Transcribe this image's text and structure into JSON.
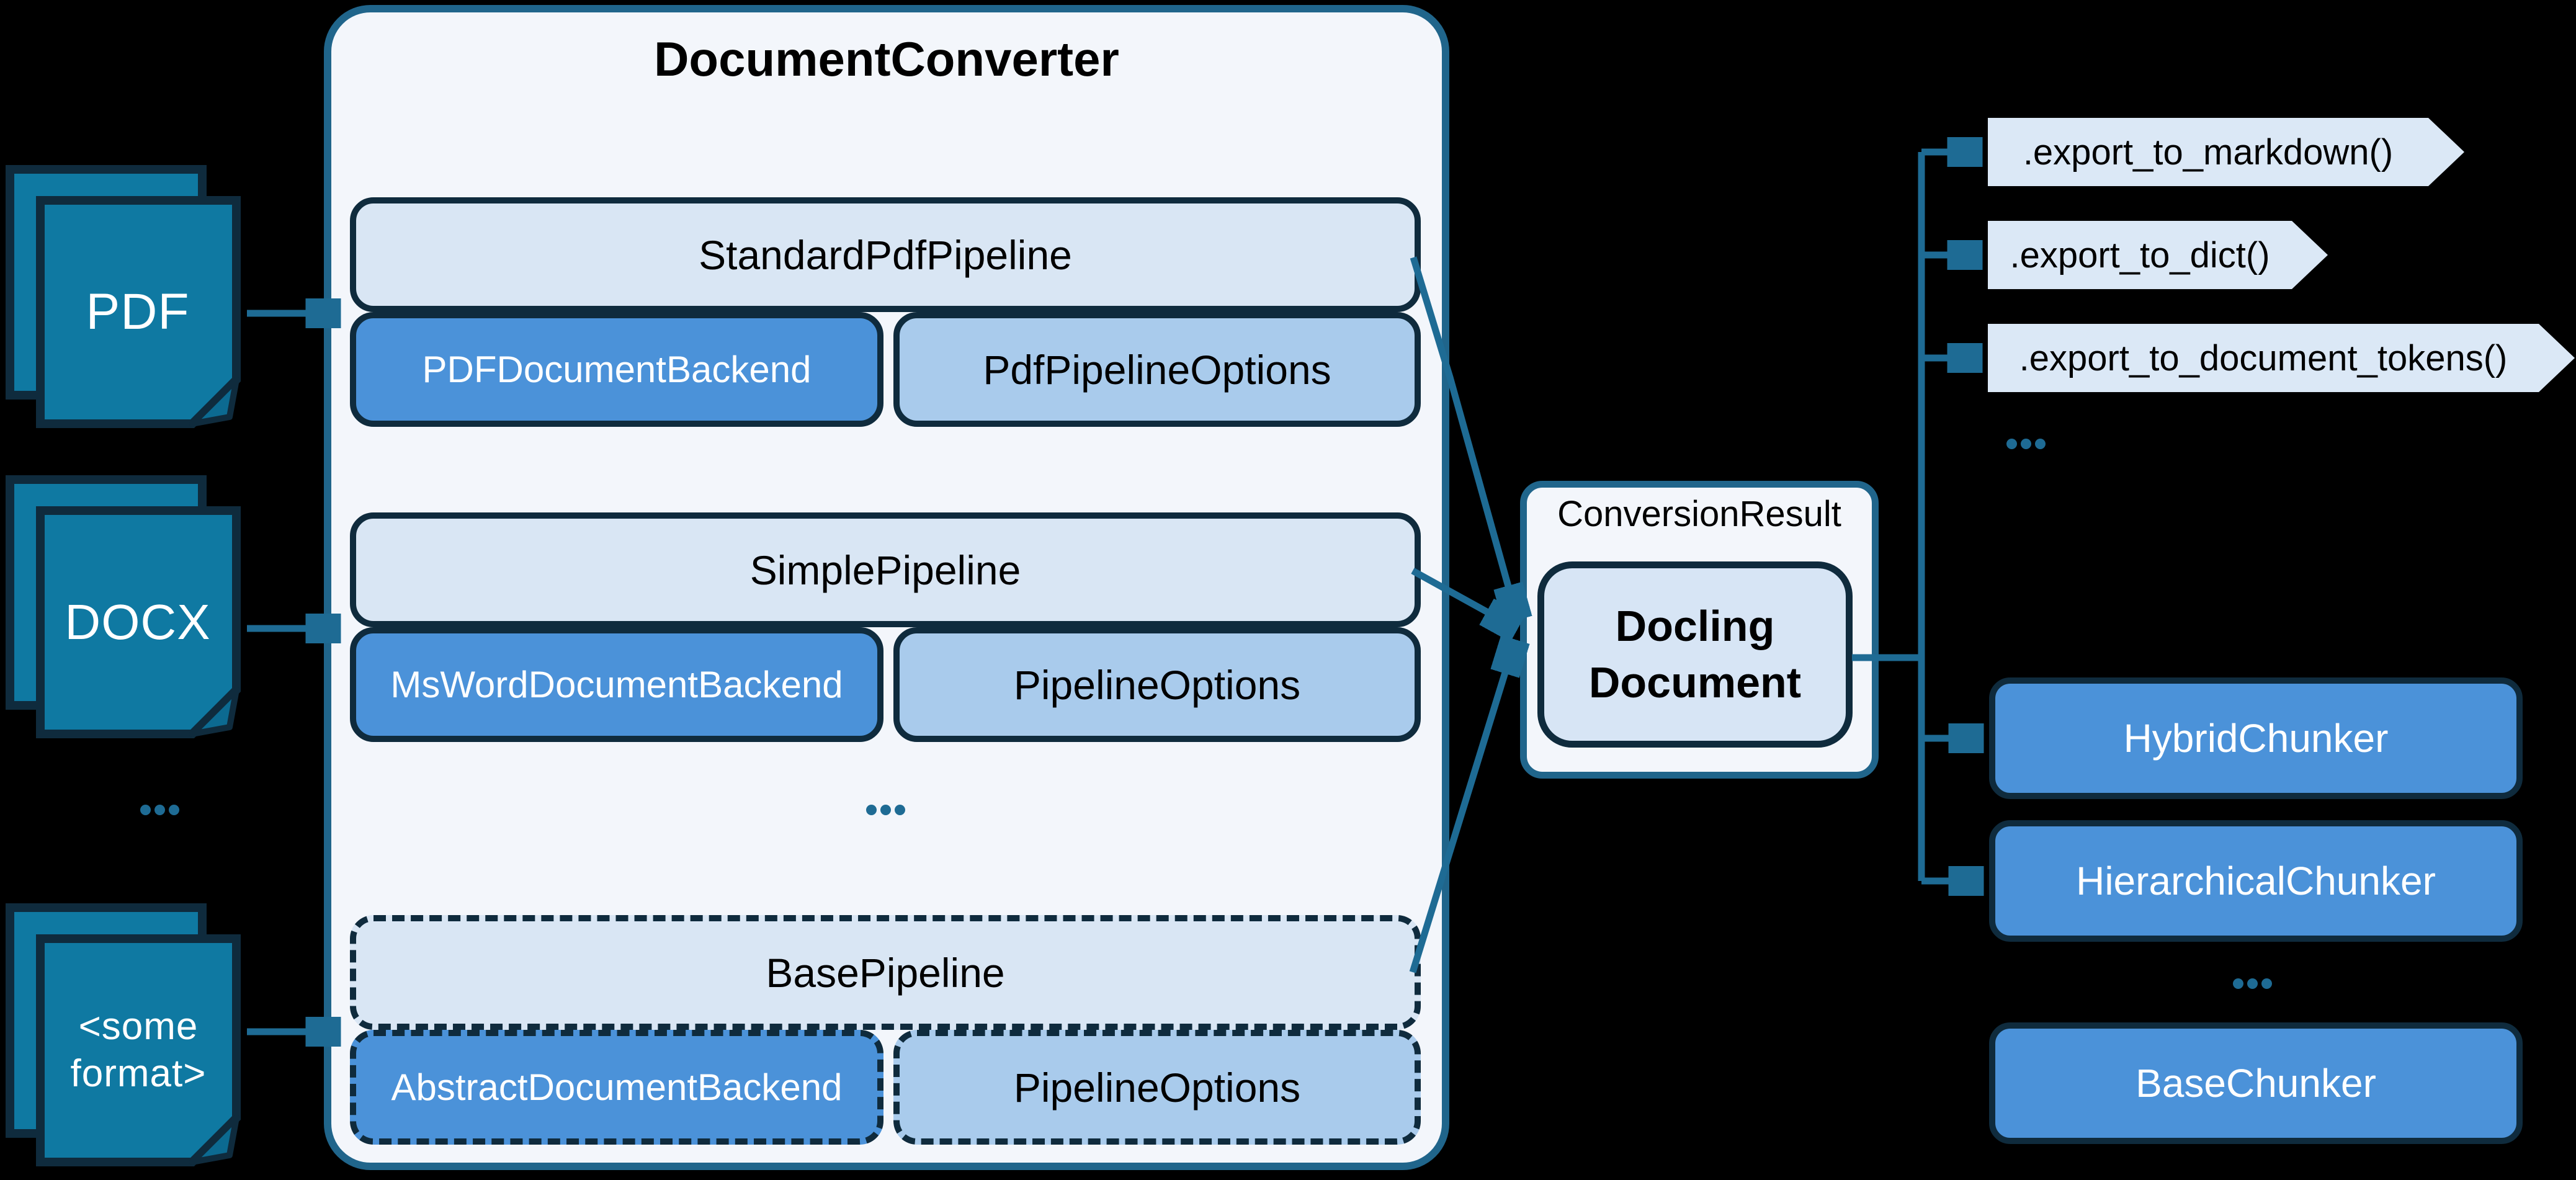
{
  "diagram": "docling-architecture",
  "colors": {
    "background": "#000000",
    "accent_teal": "#1e6b94",
    "dark_navy_border": "#0f2b3d",
    "converter_border": "#20658b",
    "container_fill": "#f3f6fb",
    "pipeline_fill": "#d9e6f4",
    "backend_fill": "#4b92d9",
    "options_fill": "#a9cbec",
    "banner_fill": "#dbe8f6",
    "document_icon_fill": "#0f79a2"
  },
  "inputs": {
    "items": [
      {
        "label": "PDF"
      },
      {
        "label": "DOCX"
      },
      {
        "label": "<some format>"
      }
    ],
    "ellipsis": "..."
  },
  "converter": {
    "title": "DocumentConverter",
    "ellipsis": "...",
    "groups": [
      {
        "pipeline": "StandardPdfPipeline",
        "backend": "PDFDocumentBackend",
        "options": "PdfPipelineOptions",
        "dashed": false
      },
      {
        "pipeline": "SimplePipeline",
        "backend": "MsWordDocumentBackend",
        "options": "PipelineOptions",
        "dashed": false
      },
      {
        "pipeline": "BasePipeline",
        "backend": "AbstractDocumentBackend",
        "options": "PipelineOptions",
        "dashed": true
      }
    ]
  },
  "result": {
    "label": "ConversionResult",
    "document": "Docling Document"
  },
  "exports": {
    "items": [
      ".export_to_markdown()",
      ".export_to_dict()",
      ".export_to_document_tokens()"
    ],
    "ellipsis": "..."
  },
  "chunkers": {
    "items": [
      "HybridChunker",
      "HierarchicalChunker"
    ],
    "ellipsis": "...",
    "base": "BaseChunker"
  }
}
